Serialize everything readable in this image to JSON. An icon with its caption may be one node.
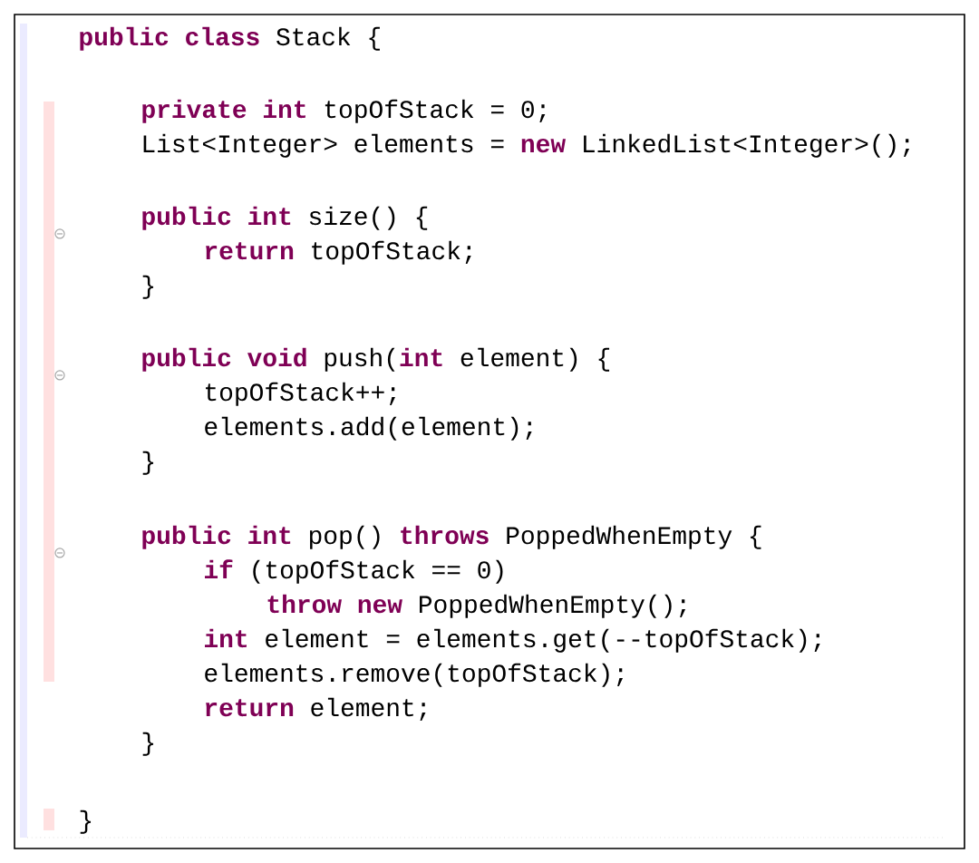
{
  "diagram": {
    "labels": [
      "**public** **class** Stack {",
      "**private** **int** topOfStack = 0;",
      "List<Integer> elements = **new** LinkedList<Integer>();",
      "**public** **int** size() {",
      "**return** topOfStack;",
      "}",
      "**public** **void** push(**int** element) {",
      "topOfStack++;",
      "elements.add(element);",
      "}",
      "**public** **int** pop() **throws** PoppedWhenEmpty {",
      "**if** (topOfStack == 0)",
      "**throw** **new** PoppedWhenEmpty();",
      "**int** element = elements.get(--topOfStack);",
      "elements.remove(topOfStack);",
      "**return** element;",
      "}",
      "}"
    ]
  }
}
